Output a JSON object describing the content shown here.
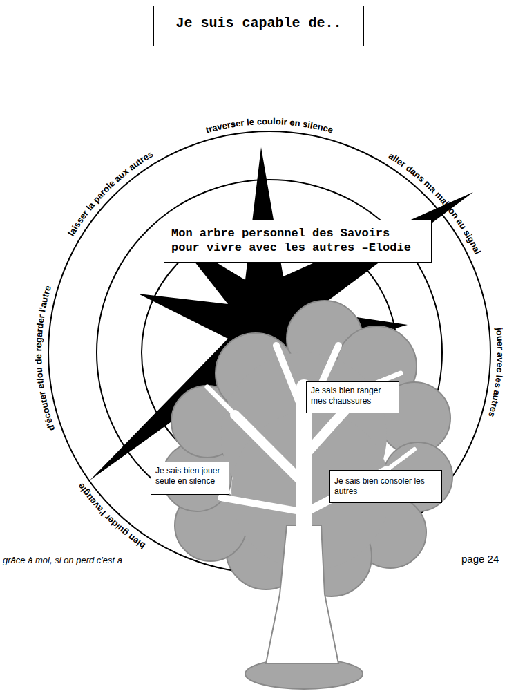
{
  "diagram": {
    "nodes": [
      {
        "text": [
          "Je suis capable de.."
        ]
      },
      {
        "text": [
          "Mon arbre personnel des Savoirs pour vivre avec les autres –Elodie"
        ]
      },
      {
        "text": [
          "Je sais bien ranger mes chaussures"
        ]
      },
      {
        "text": [
          "Je sais bien jouer seule en silence"
        ]
      },
      {
        "text": [
          "Je sais bien consoler les autres"
        ]
      }
    ],
    "labels": [
      "traverser le couloir en silence",
      "aller dans ma maison au signal",
      "jouer avec les autres",
      "bien guider l'aveugle",
      "d'écouter et/ou de regarder l'autre",
      "laisser la parole aux autres",
      "grâce à moi, si on perd c'est a",
      "page 24"
    ]
  }
}
